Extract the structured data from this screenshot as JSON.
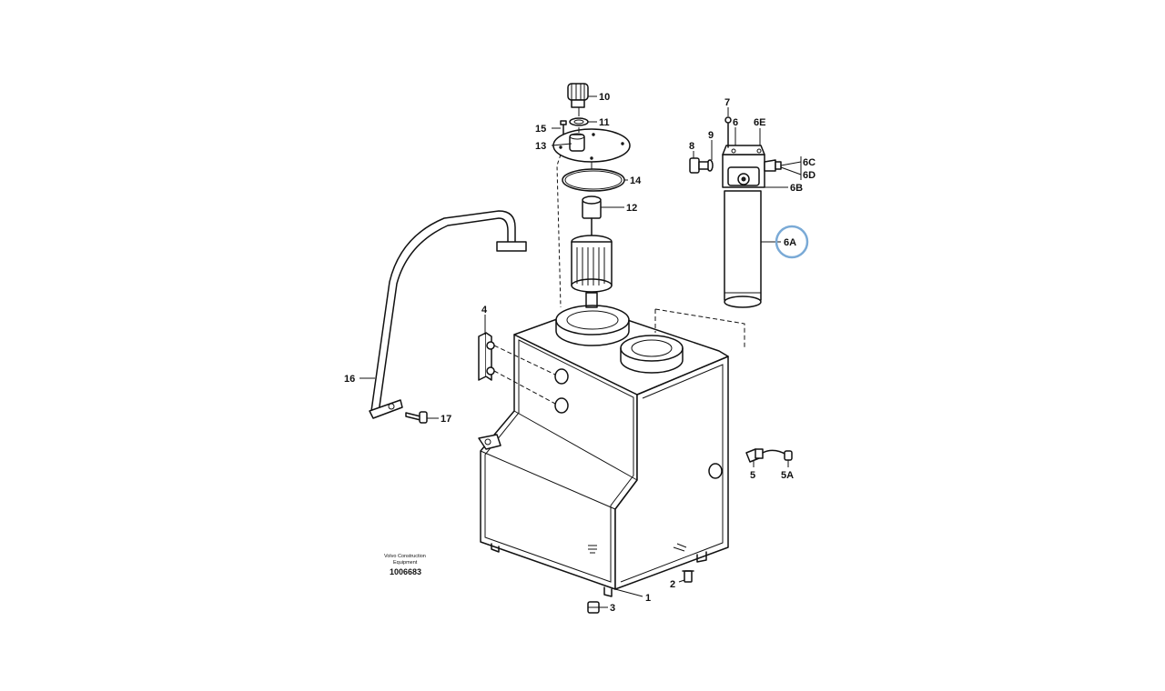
{
  "diagram": {
    "callouts": {
      "c1": "1",
      "c2": "2",
      "c3": "3",
      "c4": "4",
      "c5": "5",
      "c5a": "5A",
      "c6": "6",
      "c6a": "6A",
      "c6b": "6B",
      "c6c": "6C",
      "c6d": "6D",
      "c6e": "6E",
      "c7": "7",
      "c8": "8",
      "c9": "9",
      "c10": "10",
      "c11": "11",
      "c12": "12",
      "c13": "13",
      "c14": "14",
      "c15": "15",
      "c16": "16",
      "c17": "17"
    },
    "brand_line1": "Volvo Construction",
    "brand_line2": "Equipment",
    "figure_code": "1006683",
    "highlight_color": "#7aaad6"
  }
}
